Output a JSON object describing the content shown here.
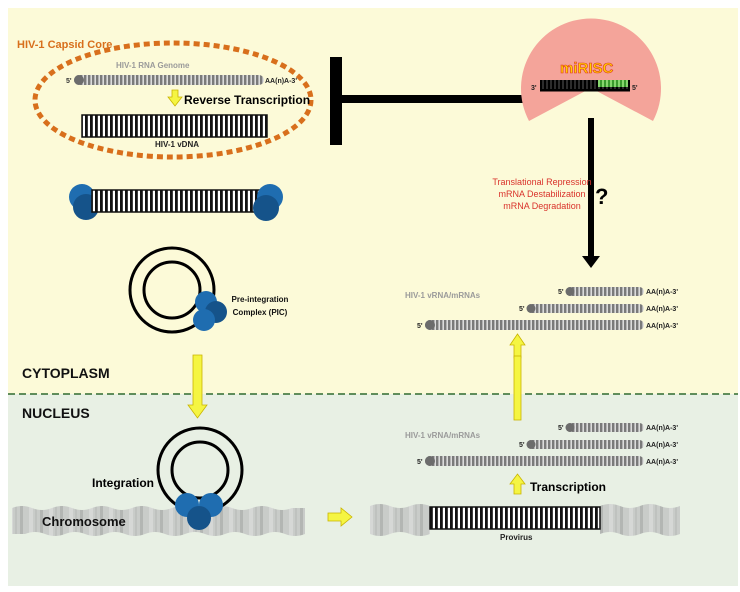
{
  "capsid": {
    "title": "HIV-1 Capsid Core",
    "rna_genome": "HIV-1 RNA Genome",
    "five_prime": "5'",
    "poly_a": "AA(n)A-3'",
    "step": "Reverse Transcription",
    "vdna": "HIV-1 vDNA"
  },
  "mirisc": {
    "label": "miRISC",
    "five_prime": "5'",
    "three_prime": "3'",
    "question_mark": "?",
    "effects": [
      "Translational Repression",
      "mRNA Destabilization",
      "mRNA Degradation"
    ]
  },
  "pic": {
    "line1": "Pre-integration",
    "line2": "Complex (PIC)"
  },
  "compartments": {
    "cytoplasm": "CYTOPLASM",
    "nucleus": "NUCLEUS"
  },
  "cyto_rna": {
    "label": "HIV-1 vRNA/mRNAs",
    "five_prime": "5'",
    "poly_a": "AA(n)A-3'"
  },
  "nuc_rna": {
    "label": "HIV-1 vRNA/mRNAs",
    "five_prime": "5'",
    "poly_a": "AA(n)A-3'"
  },
  "integration": {
    "label": "Integration"
  },
  "chromosome": {
    "label": "Chromosome"
  },
  "transcription": {
    "label": "Transcription"
  },
  "provirus": {
    "label": "Provirus"
  },
  "colors": {
    "cytoplasm": "#fcfad8",
    "nucleus": "#e8f0e4",
    "capsid_outline": "#d86f1c",
    "green_text": "#2fb350",
    "red_text": "#d9332b",
    "mirisc_body": "#f4a49a",
    "arrow_yellow": "#f5f542",
    "protein_blue": "#1f6db0"
  }
}
